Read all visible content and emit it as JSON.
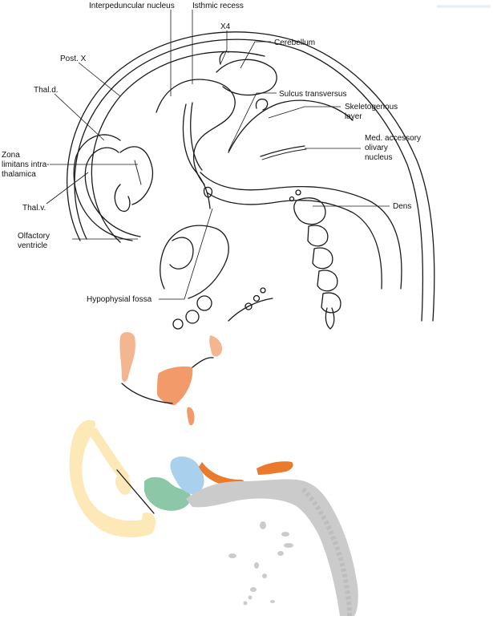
{
  "labels": {
    "interpeduncular_nucleus": "Interpeduncular nucleus",
    "isthmic_recess": "Isthmic recess",
    "x4": "X4",
    "cerebellum": "Cerebellum",
    "post_x": "Post. X",
    "thal_d": "Thal.d.",
    "sulcus_transversus": "Sulcus transversus",
    "skeletogenous_1": "Skeletogenous",
    "skeletogenous_2": "layer",
    "zona_1": "Zona",
    "zona_2": "limitans intra-",
    "zona_3": "thalamica",
    "med_acc_1": "Med. accessory",
    "med_acc_2": "olivary",
    "med_acc_3": "nucleus",
    "thal_v": "Thal.v.",
    "dens": "Dens",
    "olfactory_1": "Olfactory",
    "olfactory_2": "ventricle",
    "hypophysial_fossa": "Hypophysial fossa"
  },
  "colors": {
    "ink": "#1a1a1a",
    "salmon": "#f29a6a",
    "salmon_light": "#f4b690",
    "orange": "#ea7a2c",
    "cream": "#fde8b8",
    "blue": "#a9d0ec",
    "green": "#8cc7a8",
    "gray": "#cbcbcb"
  }
}
